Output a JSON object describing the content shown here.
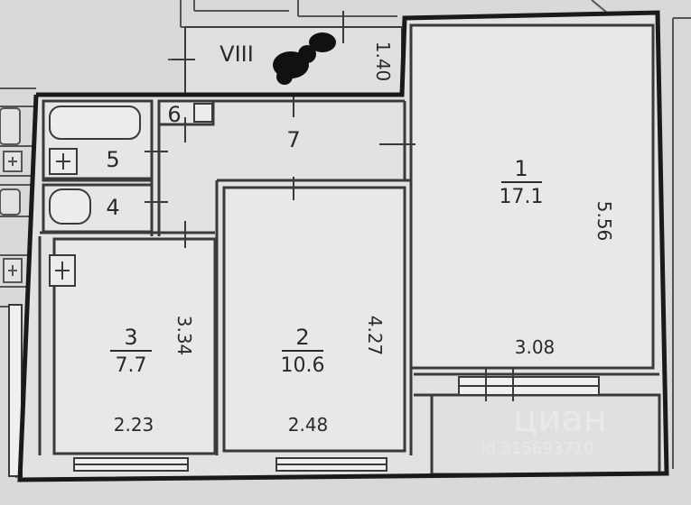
{
  "rooms": {
    "r1": {
      "number": "1",
      "area": "17.1",
      "width": "3.08",
      "length": "5.56"
    },
    "r2": {
      "number": "2",
      "area": "10.6",
      "width": "2.48",
      "length": "4.27"
    },
    "r3": {
      "number": "3",
      "area": "7.7",
      "width": "2.23",
      "length": "3.34"
    },
    "r4": {
      "number": "4"
    },
    "r5": {
      "number": "5"
    },
    "r6": {
      "number": "6"
    },
    "r7": {
      "number": "7"
    },
    "r8": {
      "number": "VIII",
      "dim": "1.40"
    }
  },
  "watermark": {
    "brand": "циан",
    "id": "id 315693710"
  },
  "colors": {
    "paper": "#d9d9d9",
    "wall": "#1a1a1a",
    "line": "#3a3a3a",
    "inner": "#e2e2e2"
  }
}
